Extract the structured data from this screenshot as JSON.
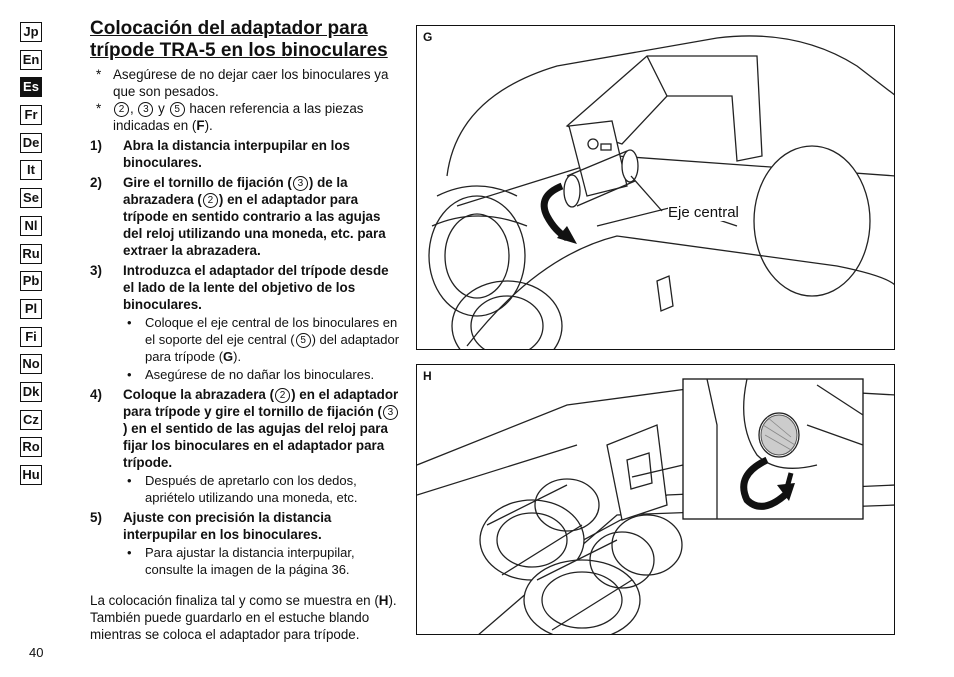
{
  "languages": [
    "Jp",
    "En",
    "Es",
    "Fr",
    "De",
    "It",
    "Se",
    "Nl",
    "Ru",
    "Pb",
    "Pl",
    "Fi",
    "No",
    "Dk",
    "Cz",
    "Ro",
    "Hu"
  ],
  "active_language": "Es",
  "page_number": "40",
  "title_line1": "Colocación del adaptador para",
  "title_line2": "trípode TRA-5 en los binoculares",
  "notes": {
    "n1": "Asegúrese de no dejar caer los binoculares ya que son pesados.",
    "n2_c1": "2",
    "n2_sep1": ", ",
    "n2_c2": "3",
    "n2_sep2": " y ",
    "n2_c3": "5",
    "n2_text": " hacen referencia a las piezas indicadas en (",
    "n2_ref": "F",
    "n2_end": ")."
  },
  "steps": {
    "s1_num": "1)",
    "s1": "Abra la distancia interpupilar en los binoculares.",
    "s2_num": "2)",
    "s2_a": "Gire el tornillo de fijación (",
    "s2_c1": "3",
    "s2_b": ") de la abrazadera (",
    "s2_c2": "2",
    "s2_c": ") en el adaptador para trípode en sentido contrario a las agujas del reloj utilizando una moneda, etc. para extraer la abrazadera.",
    "s3_num": "3)",
    "s3": "Introduzca el adaptador del trípode desde el lado de la lente del objetivo de los binoculares.",
    "s3_sub1_a": "Coloque el eje central de los binoculares en el soporte del eje central (",
    "s3_sub1_c": "5",
    "s3_sub1_b": ") del adaptador para trípode (",
    "s3_sub1_ref": "G",
    "s3_sub1_end": ").",
    "s3_sub2": "Asegúrese de no dañar los binoculares.",
    "s4_num": "4)",
    "s4_a": "Coloque la abrazadera (",
    "s4_c1": "2",
    "s4_b": ") en el adaptador para trípode y gire el tornillo de fijación (",
    "s4_c2": "3",
    "s4_c": ") en el sentido de las agujas del reloj para fijar los binoculares en el adaptador para trípode.",
    "s4_sub1": "Después de apretarlo con los dedos, apriételo utilizando una moneda, etc.",
    "s5_num": "5)",
    "s5": "Ajuste con precisión la distancia interpupilar en los binoculares.",
    "s5_sub1": "Para ajustar la distancia interpupilar, consulte la imagen de la página 36."
  },
  "closing": {
    "a": "La colocación finaliza tal y como se muestra en (",
    "ref": "H",
    "b": "). También puede guardarlo en el estuche blando mientras se coloca el adaptador para trípode."
  },
  "figures": {
    "g_label": "G",
    "g_callout": "Eje central",
    "h_label": "H"
  },
  "glyphs": {
    "note_mark": "*",
    "bullet": "•"
  }
}
